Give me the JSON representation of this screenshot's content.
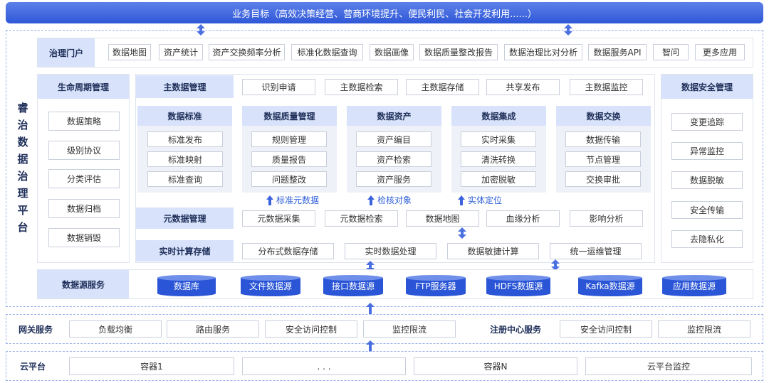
{
  "banner": "业务目标（高效决策经营、营商环境提升、便民利民、社会开发利用......）",
  "platform_title": [
    "睿",
    "治",
    "数",
    "据",
    "治",
    "理",
    "平",
    "台"
  ],
  "portal": {
    "label": "治理门户",
    "items": [
      "数据地图",
      "资产统计",
      "资产交换频率分析",
      "标准化数据查询",
      "数据画像",
      "数据质量整改报告",
      "数据治理比对分析",
      "数据服务API",
      "智问",
      "更多应用"
    ]
  },
  "lifecycle": {
    "title": "生命周期管理",
    "items": [
      "数据策略",
      "级别协议",
      "分类评估",
      "数据归档",
      "数据销毁"
    ]
  },
  "master": {
    "label": "主数据管理",
    "items": [
      "识别申请",
      "主数据检索",
      "主数据存储",
      "共享发布",
      "主数据监控"
    ]
  },
  "modules": [
    {
      "title": "数据标准",
      "items": [
        "标准发布",
        "标准映射",
        "标准查询"
      ]
    },
    {
      "title": "数据质量管理",
      "items": [
        "规则管理",
        "质量报告",
        "问题整改"
      ]
    },
    {
      "title": "数据资产",
      "items": [
        "资产编目",
        "资产检索",
        "资产服务"
      ]
    },
    {
      "title": "数据集成",
      "items": [
        "实时采集",
        "清洗转换",
        "加密脱敏"
      ]
    },
    {
      "title": "数据交换",
      "items": [
        "数据传输",
        "节点管理",
        "交换审批"
      ]
    }
  ],
  "annotations": [
    "标准元数据",
    "检核对象",
    "实体定位"
  ],
  "metadata": {
    "label": "元数据管理",
    "items": [
      "元数据采集",
      "元数据检索",
      "数据地图",
      "血缘分析",
      "影响分析"
    ]
  },
  "realtime": {
    "label": "实时计算存储",
    "items": [
      "分布式数据存储",
      "实时数据处理",
      "数据敏捷计算",
      "统一运维管理"
    ]
  },
  "security": {
    "title": "数据安全管理",
    "items": [
      "变更追踪",
      "异常监控",
      "数据脱敏",
      "安全传输",
      "去隐私化"
    ]
  },
  "datasource": {
    "label": "数据源服务",
    "items": [
      "数据库",
      "文件数据源",
      "接口数据源",
      "FTP服务器",
      "HDFS数据源",
      "Kafka数据源",
      "应用数据源"
    ]
  },
  "gateway": {
    "label": "网关服务",
    "items": [
      "负载均衡",
      "路由服务",
      "安全访问控制",
      "监控限流"
    ],
    "registry_label": "注册中心服务",
    "registry_items": [
      "安全访问控制",
      "监控限流"
    ]
  },
  "cloud": {
    "label": "云平台",
    "items": [
      "容器1",
      ". . .",
      "容器N",
      "云平台监控"
    ]
  },
  "colors": {
    "accent": "#2f58d8",
    "label_bg": "#d8e2fa",
    "cylinder": "#2a55d6",
    "border_dashed": "#9cb2ec"
  }
}
